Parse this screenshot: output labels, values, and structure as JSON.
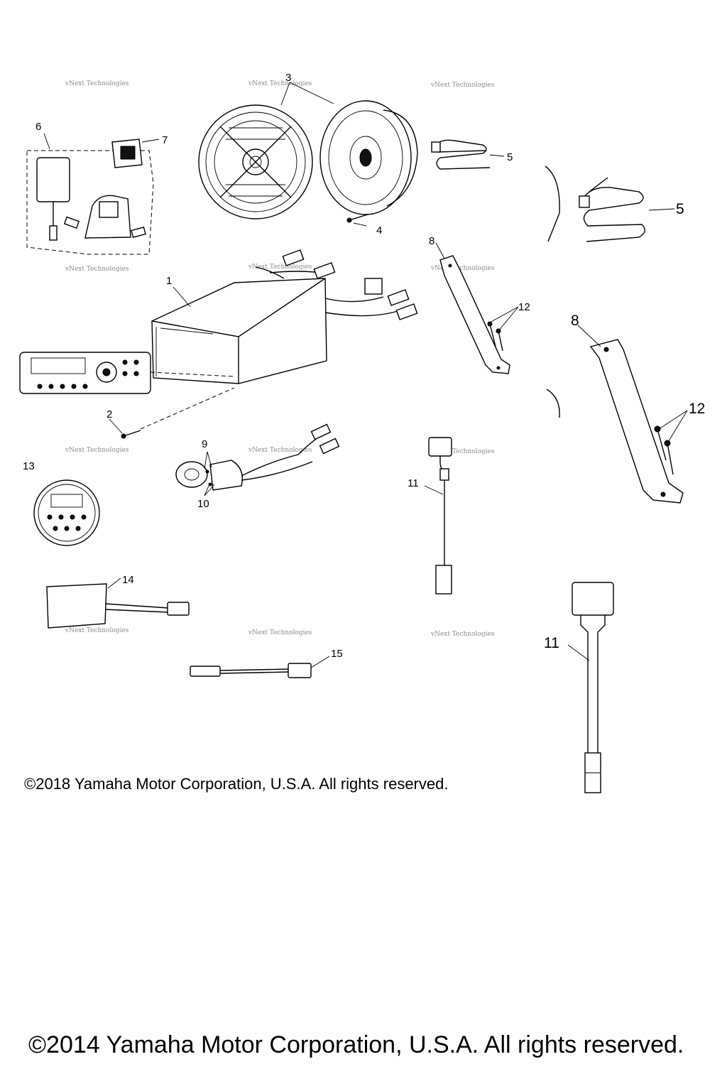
{
  "callouts": {
    "c1": "1",
    "c2": "2",
    "c3": "3",
    "c4": "4",
    "c5a": "5",
    "c5b": "5",
    "c6": "6",
    "c7": "7",
    "c8a": "8",
    "c8b": "8",
    "c9": "9",
    "c10": "10",
    "c11a": "11",
    "c11b": "11",
    "c12a": "12",
    "c12b": "12",
    "c13": "13",
    "c14": "14",
    "c15": "15"
  },
  "watermark": "vNext Technologies",
  "copyright_small": "©2018 Yamaha Motor Corporation, U.S.A. All rights reserved.",
  "copyright_large": "©2014 Yamaha Motor Corporation, U.S.A. All rights reserved.",
  "colors": {
    "line": "#000000",
    "background": "#ffffff",
    "watermark": "#8a8a8a"
  }
}
